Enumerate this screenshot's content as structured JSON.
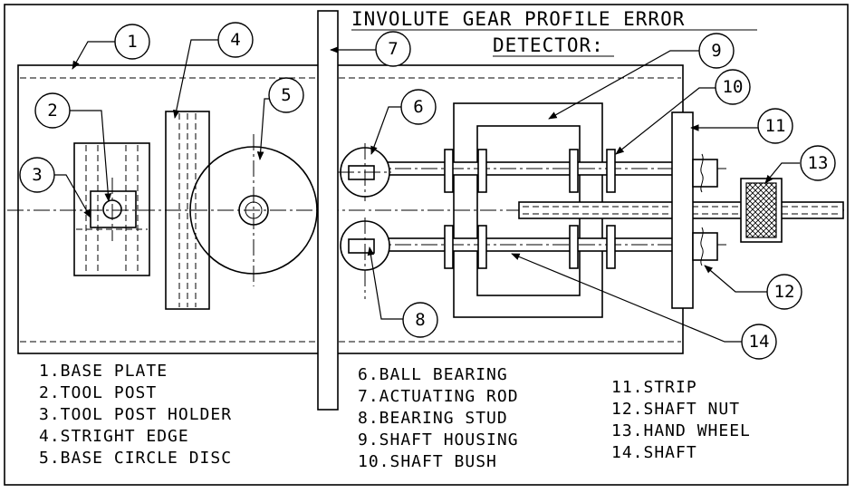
{
  "title": {
    "line1": "INVOLUTE GEAR PROFILE ERROR",
    "line2": "DETECTOR:"
  },
  "callouts": [
    "1",
    "2",
    "3",
    "4",
    "5",
    "6",
    "7",
    "8",
    "9",
    "10",
    "11",
    "12",
    "13",
    "14"
  ],
  "legend": {
    "col1": [
      "1.BASE PLATE",
      "2.TOOL POST",
      "3.TOOL POST HOLDER",
      "4.STRIGHT EDGE",
      "5.BASE CIRCLE DISC"
    ],
    "col2": [
      "6.BALL BEARING",
      "7.ACTUATING ROD",
      "8.BEARING STUD",
      "9.SHAFT HOUSING",
      "10.SHAFT BUSH"
    ],
    "col3": [
      "11.STRIP",
      "12.SHAFT NUT",
      "13.HAND WHEEL",
      "14.SHAFT"
    ]
  }
}
